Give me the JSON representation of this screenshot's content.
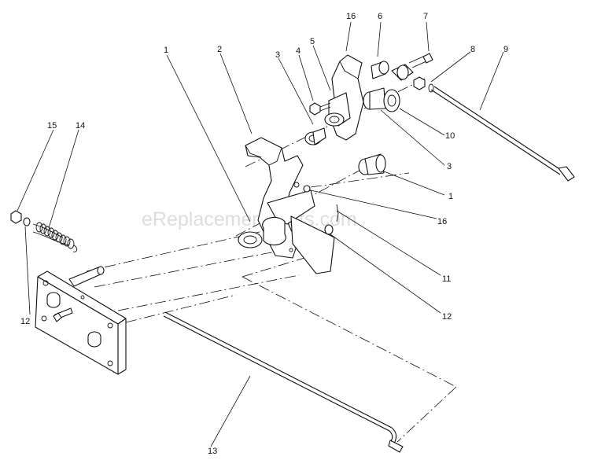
{
  "watermark": "eReplacementParts.com",
  "callouts": [
    {
      "id": "c1a",
      "label": "1"
    },
    {
      "id": "c2",
      "label": "2"
    },
    {
      "id": "c3a",
      "label": "3"
    },
    {
      "id": "c4",
      "label": "4"
    },
    {
      "id": "c5",
      "label": "5"
    },
    {
      "id": "c16a",
      "label": "16"
    },
    {
      "id": "c6",
      "label": "6"
    },
    {
      "id": "c7",
      "label": "7"
    },
    {
      "id": "c8",
      "label": "8"
    },
    {
      "id": "c9",
      "label": "9"
    },
    {
      "id": "c10",
      "label": "10"
    },
    {
      "id": "c3b",
      "label": "3"
    },
    {
      "id": "c1b",
      "label": "1"
    },
    {
      "id": "c16b",
      "label": "16"
    },
    {
      "id": "c11",
      "label": "11"
    },
    {
      "id": "c12a",
      "label": "12"
    },
    {
      "id": "c15",
      "label": "15"
    },
    {
      "id": "c14",
      "label": "14"
    },
    {
      "id": "c12b",
      "label": "12"
    },
    {
      "id": "c13",
      "label": "13"
    }
  ]
}
